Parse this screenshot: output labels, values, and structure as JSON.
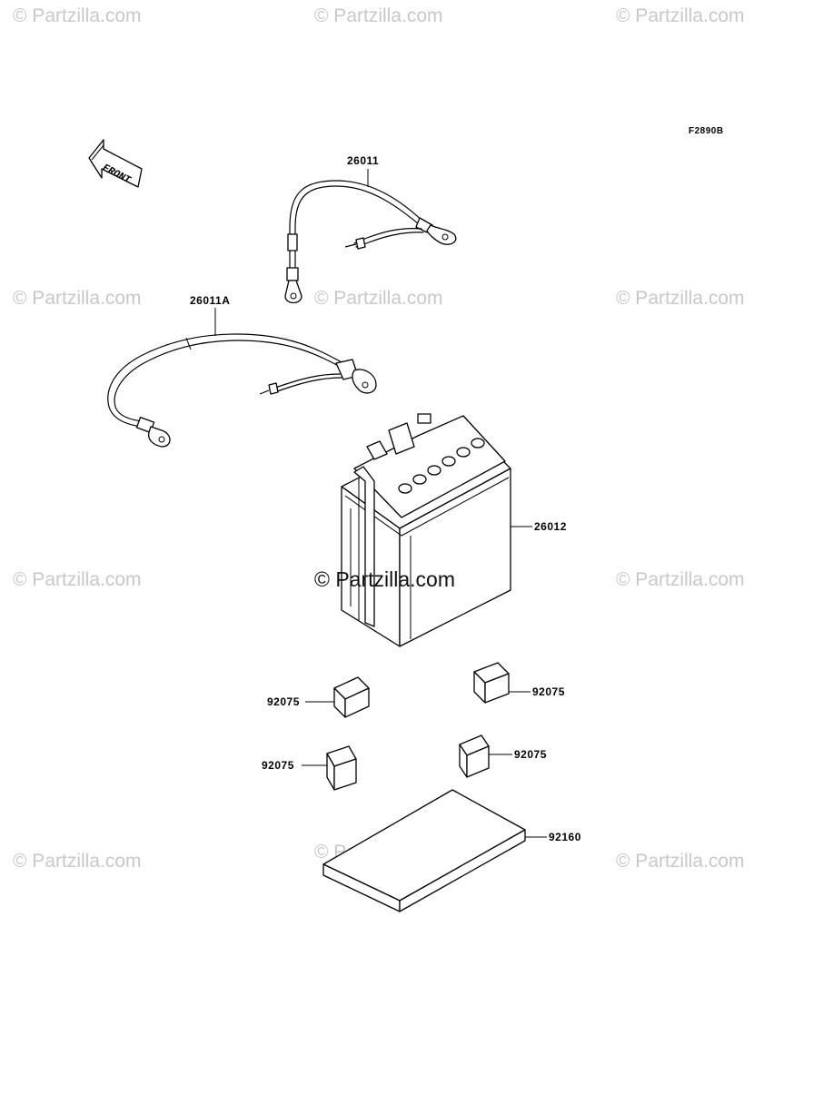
{
  "figure_code": "F2890B",
  "front_arrow_text": "FRONT",
  "watermark_text": "© Partzilla.com",
  "part_labels": {
    "cable_positive": "26011",
    "cable_negative": "26011A",
    "battery": "26012",
    "pad_1": "92075",
    "pad_2": "92075",
    "pad_3": "92075",
    "pad_4": "92075",
    "mat": "92160"
  }
}
